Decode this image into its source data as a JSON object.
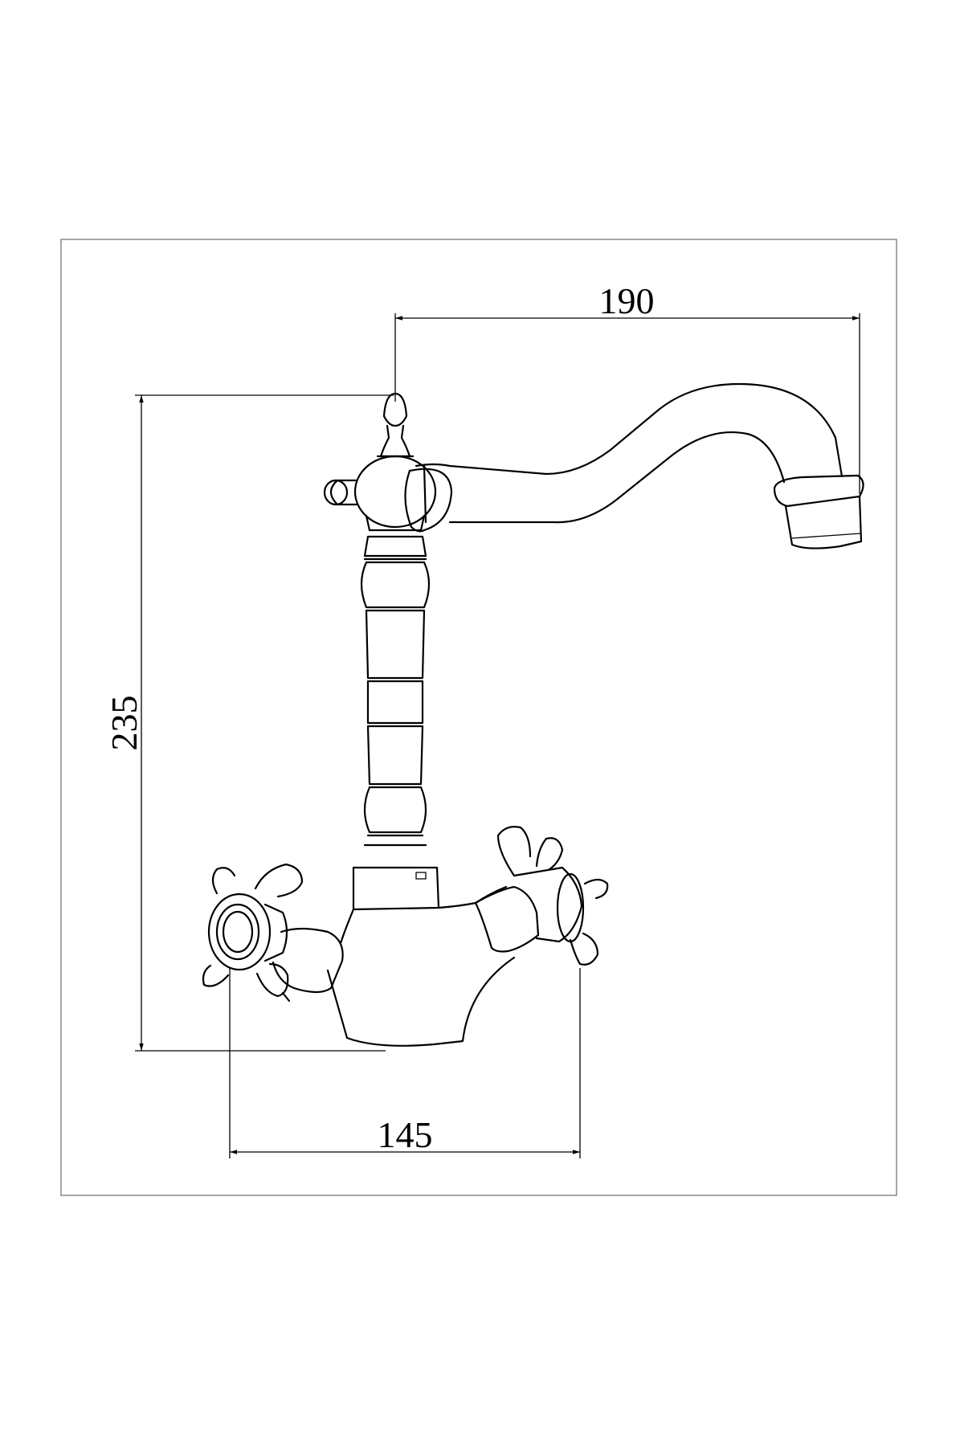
{
  "dimensions": {
    "spout_reach": "190",
    "total_height": "235",
    "handle_span": "145"
  }
}
